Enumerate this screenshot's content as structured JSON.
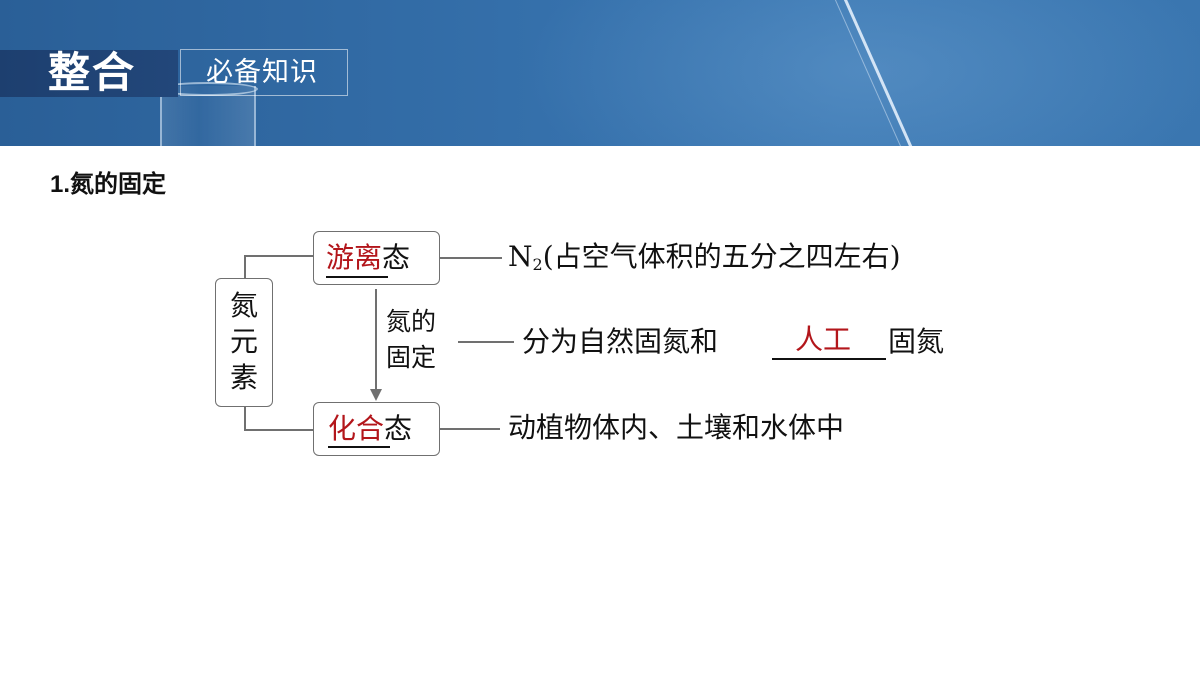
{
  "header": {
    "title": "整合",
    "subtitle": "必备知识"
  },
  "section": {
    "heading": "1.氮的固定"
  },
  "diagram": {
    "root": "氮元素",
    "free_state": {
      "blank": "游离",
      "suffix": "态"
    },
    "combined_state": {
      "blank": "化合",
      "suffix": "态"
    },
    "fixation_label_line1": "氮的",
    "fixation_label_line2": "固定",
    "free_desc": {
      "formula_base": "N",
      "formula_sub": "2",
      "text": "(占空气体积的五分之四左右)"
    },
    "fixation_desc": {
      "prefix": "分为自然固氮和",
      "blank": "人工",
      "suffix": "固氮"
    },
    "combined_desc": "动植物体内、土壤和水体中"
  },
  "colors": {
    "banner": "#3570ab",
    "title_block": "#1d3f6f",
    "answer_red": "#b3161b",
    "line_gray": "#707070"
  }
}
